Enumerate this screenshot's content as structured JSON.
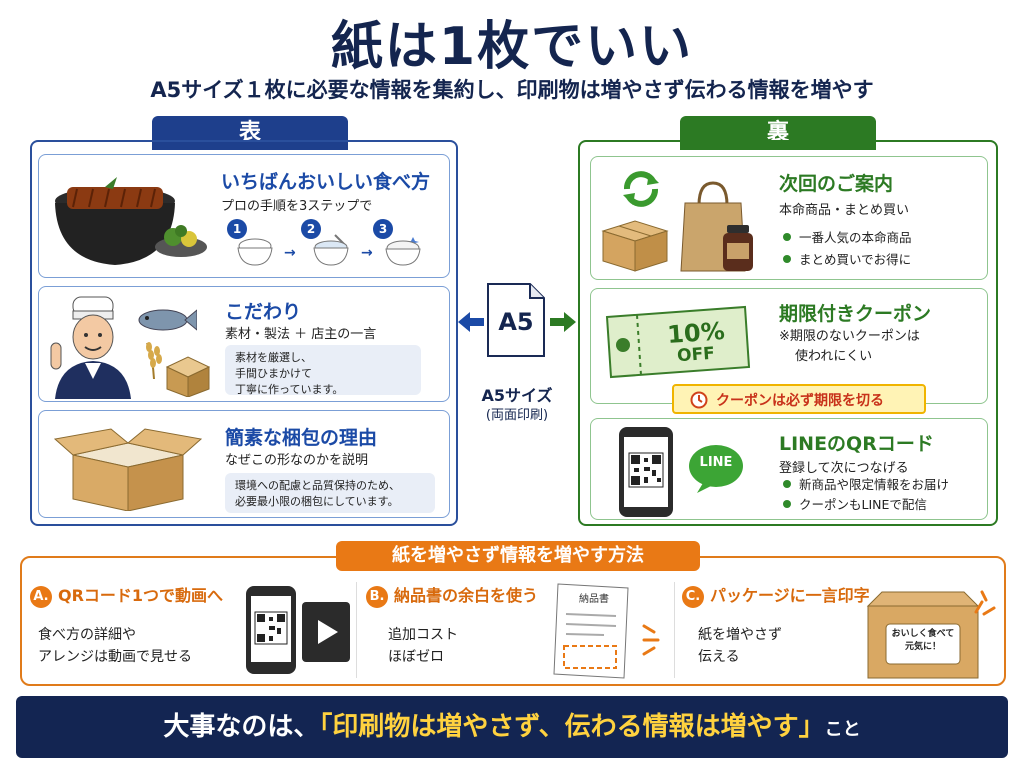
{
  "header": {
    "title": "紙は1枚でいい",
    "subtitle": "A5サイズ１枚に必要な情報を集約し、印刷物は増やさず伝わる情報を増やす"
  },
  "front": {
    "tab_label": "表",
    "cards": [
      {
        "title": "いちばんおいしい食べ方",
        "subtitle": "プロの手順を3ステップで",
        "steps": [
          "1",
          "2",
          "3"
        ]
      },
      {
        "title": "こだわり",
        "subtitle": "素材・製法 ＋ 店主の一言",
        "note": [
          "素材を厳選し、",
          "手間ひまかけて",
          "丁寧に作っています。"
        ]
      },
      {
        "title": "簡素な梱包の理由",
        "subtitle": "なぜこの形なのかを説明",
        "note": [
          "環境への配慮と品質保持のため、",
          "必要最小限の梱包にしています。"
        ]
      }
    ]
  },
  "center": {
    "doc_label": "A5",
    "caption_line1": "A5サイズ",
    "caption_line2": "(両面印刷)"
  },
  "back": {
    "tab_label": "裏",
    "cards": [
      {
        "title": "次回のご案内",
        "subtitle": "本命商品・まとめ買い",
        "bullets": [
          "一番人気の本命商品",
          "まとめ買いでお得に"
        ]
      },
      {
        "title": "期限付きクーポン",
        "subtitle_lines": [
          "※期限のないクーポンは",
          "使われにくい"
        ],
        "coupon_value": "10%",
        "coupon_off": "OFF",
        "callout": "クーポンは必ず期限を切る"
      },
      {
        "title": "LINEのQRコード",
        "subtitle": "登録して次につなげる",
        "line_label": "LINE",
        "bullets": [
          "新商品や限定情報をお届け",
          "クーポンもLINEで配信"
        ]
      }
    ]
  },
  "methods": {
    "header": "紙を増やさず情報を増やす方法",
    "items": [
      {
        "letter": "A.",
        "title": "QRコード1つで動画へ",
        "text": [
          "食べ方の詳細や",
          "アレンジは動画で見せる"
        ]
      },
      {
        "letter": "B.",
        "title": "納品書の余白を使う",
        "text": [
          "追加コスト",
          "ほぼゼロ"
        ],
        "doc_label": "納品書"
      },
      {
        "letter": "C.",
        "title": "パッケージに一言印字",
        "text": [
          "紙を増やさず",
          "伝える"
        ],
        "box_label": [
          "おいしく食べて",
          "元気に！"
        ]
      }
    ]
  },
  "footer": {
    "prefix": "大事なのは、",
    "highlight": "「印刷物は増やさず、伝わる情報は増やす」",
    "suffix": "こと"
  },
  "colors": {
    "navy": "#14254f",
    "front_blue": "#1b4aa6",
    "back_green": "#2c7a23",
    "orange": "#e97915"
  }
}
